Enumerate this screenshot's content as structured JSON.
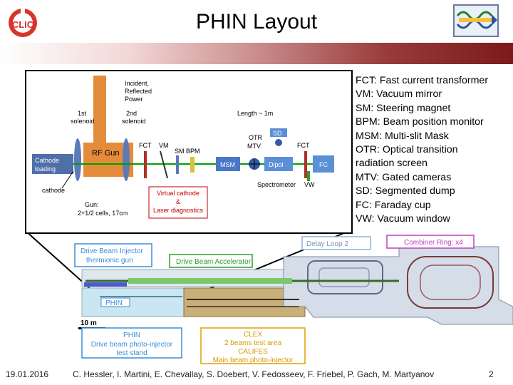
{
  "header": {
    "title": "PHIN Layout"
  },
  "logos": {
    "left": "CLIC",
    "right": ""
  },
  "legend": {
    "items": [
      "FCT: Fast current transformer",
      "VM: Vacuum mirror",
      "SM: Steering magnet",
      "BPM: Beam position monitor",
      "MSM: Multi-slit Mask",
      "OTR: Optical transition",
      "radiation screen",
      "MTV: Gated cameras",
      "SD: Segmented dump",
      "FC: Faraday cup",
      "VW: Vacuum window"
    ]
  },
  "inset": {
    "incident": [
      "Incident,",
      "Reflected",
      "Power"
    ],
    "solenoid1": [
      "1st",
      "solenoid"
    ],
    "solenoid2": [
      "2nd",
      "solenoid"
    ],
    "length": "Length ~ 1m",
    "otr": "OTR",
    "mtv": "MTV",
    "sd": "SD",
    "rf_gun": "RF Gun",
    "fct1": "FCT",
    "vm": "VM",
    "sm": "SM",
    "bpm": "BPM",
    "msm": "MSM",
    "dipol": "Dipol",
    "fct2": "FCT",
    "fc": "FC",
    "cathode_loading": [
      "Cathode",
      "loading"
    ],
    "cathode": "cathode",
    "virtual_cathode": [
      "Virtual cathode",
      "&",
      "Laser diagnostics"
    ],
    "gun": [
      "Gun:",
      "2+1/2 cells, 17cm"
    ],
    "spectrometer": "Spectrometer",
    "vw": "VW"
  },
  "plan": {
    "delay_loop": "Delay Loop 2",
    "combiner_ring": "Combiner Ring: x4",
    "drive_beam_injector": [
      "Drive Beam Injector",
      "thermionic gun"
    ],
    "drive_beam_accelerator": "Drive Beam Accelerator",
    "phin_tag": "PHIN",
    "scale": "10 m",
    "phin_caption": [
      "PHIN",
      "Drive beam photo-injector",
      "test stand"
    ],
    "clex_caption": [
      "CLEX",
      "2 beams test area",
      "CALIFES",
      "Main beam photo-injector"
    ]
  },
  "colors": {
    "rf_gun": "#e58c3a",
    "cathode_box": "#4f6fa8",
    "msm": "#4a78c8",
    "dipol": "#5b8fd6",
    "fc": "#5b8fd6",
    "sd": "#5b8fd6",
    "virtual_cathode_text": "#c00000",
    "injector": "#3b8ed8",
    "accelerator": "#2ca02c",
    "delay_loop": "#8cb4e0",
    "combiner": "#c040c0",
    "phin_caption": "#3b8ed8",
    "clex_caption": "#e0a000"
  },
  "footer": {
    "date": "19.01.2016",
    "authors": "C. Hessler, I. Martini, E. Chevallay, S. Doebert, V. Fedosseev, F. Friebel, P. Gach, M. Martyanov",
    "page": "2"
  }
}
